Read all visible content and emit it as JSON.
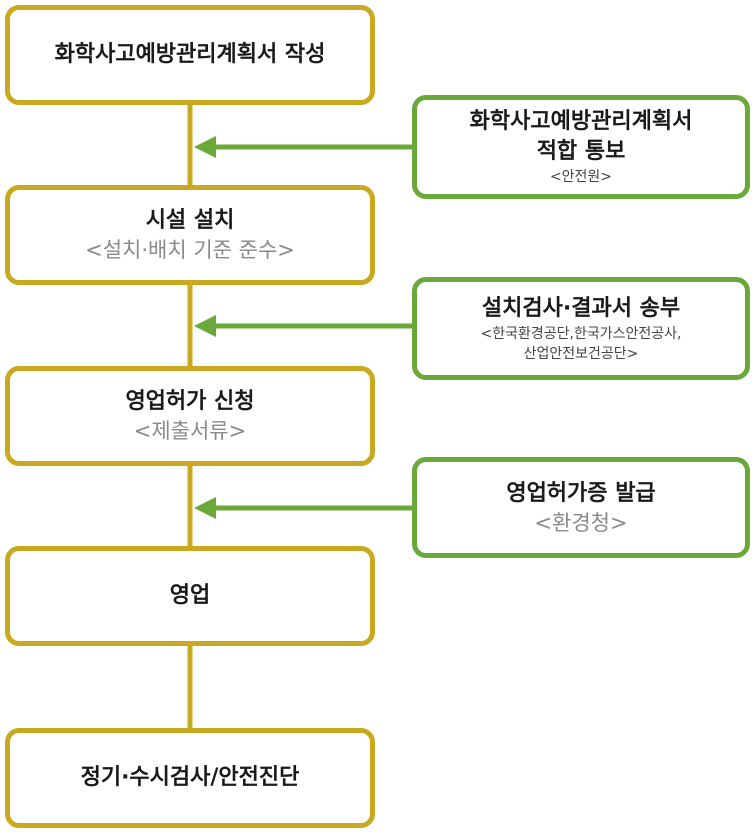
{
  "steps": [
    {
      "title": "화학사고예방관리계획서 작성",
      "sub": ""
    },
    {
      "title": "시설 설치",
      "sub": "<설치·배치 기준 준수>"
    },
    {
      "title": "영업허가 신청",
      "sub": "<제출서류>"
    },
    {
      "title": "영업",
      "sub": ""
    },
    {
      "title": "정기·수시검사/안전진단",
      "sub": ""
    }
  ],
  "notices": [
    {
      "title_line1": "화학사고예방관리계획서",
      "title_line2": "적합 통보",
      "org": "<안전원>"
    },
    {
      "title_line1": "설치검사·결과서 송부",
      "org_line1": "<한국환경공단,한국가스안전공사,",
      "org_line2": "산업안전보건공단>"
    },
    {
      "title_line1": "영업허가증 발급",
      "org": "<환경청>"
    }
  ],
  "colors": {
    "step_border": "#c9a91f",
    "notice_border": "#6aa83a",
    "connector": "#c9a91f",
    "arrow": "#6aa83a"
  }
}
